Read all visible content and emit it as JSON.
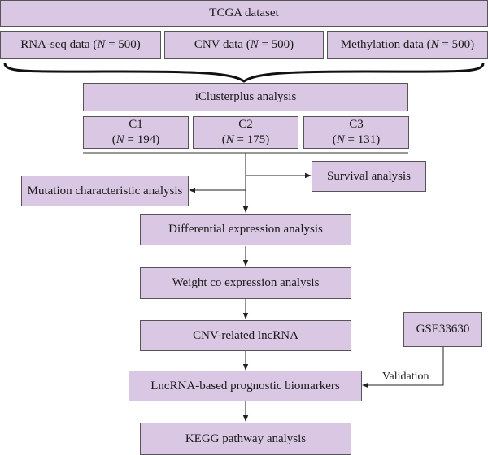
{
  "nodes": {
    "tcga": "TCGA dataset",
    "rnaseq": {
      "prefix": "RNA-seq data (",
      "n": "N",
      "suffix": " = 500)"
    },
    "cnv": {
      "prefix": "CNV data (",
      "n": "N",
      "suffix": " = 500)"
    },
    "methylation": {
      "prefix": "Methylation data (",
      "n": "N",
      "suffix": " = 500)"
    },
    "icluster": "iClusterplus analysis",
    "c1": {
      "title": "C1",
      "prefix": "(",
      "n": "N",
      "suffix": " = 194)"
    },
    "c2": {
      "title": "C2",
      "prefix": "(",
      "n": "N",
      "suffix": " = 175)"
    },
    "c3": {
      "title": "C3",
      "prefix": "(",
      "n": "N",
      "suffix": " = 131)"
    },
    "survival": "Survival analysis",
    "mutation": "Mutation characteristic analysis",
    "differential": "Differential expression analysis",
    "wgcna": "Weight co expression analysis",
    "cnv_lncrna": "CNV-related lncRNA",
    "gse": "GSE33630",
    "prognostic": "LncRNA-based prognostic biomarkers",
    "kegg": "KEGG pathway analysis"
  },
  "edges": {
    "validation_label": "Validation"
  },
  "colors": {
    "box_fill": "#d9c7e3",
    "box_border": "#555555",
    "line": "#222222"
  }
}
